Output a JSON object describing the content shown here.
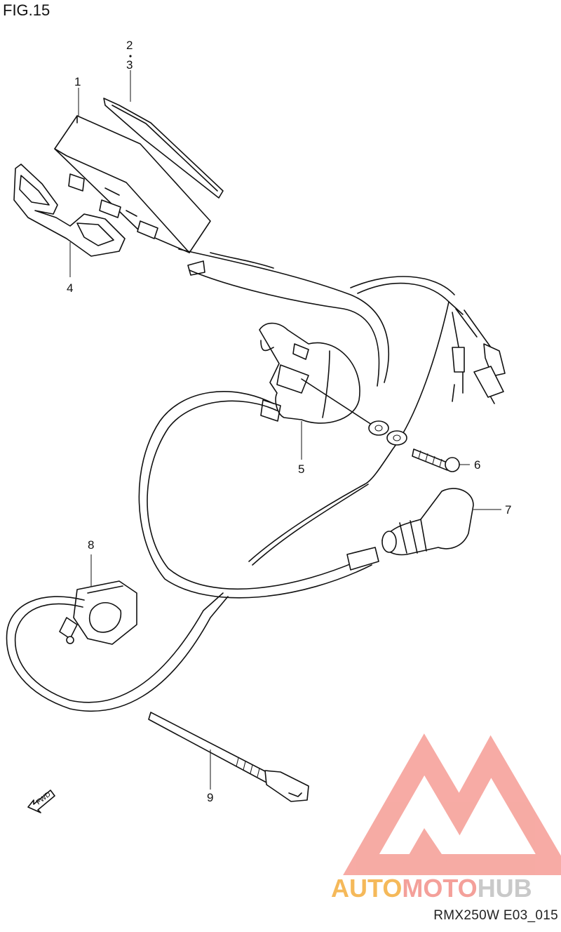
{
  "figure": {
    "title": "FIG.15",
    "code": "RMX250W E03_015"
  },
  "callouts": {
    "c1": "1",
    "c2": "2",
    "c3": "3",
    "c4": "4",
    "c5": "5",
    "c6": "6",
    "c7": "7",
    "c8": "8",
    "c9": "9"
  },
  "fwd_label": "FWD",
  "watermark": {
    "part1": "AUTO",
    "part2": "MOTO",
    "part3": "HUB",
    "colors": {
      "auto": "#f5b95a",
      "moto": "#f4a09a",
      "hub": "#c9c9c9",
      "logo": "#f6a29b"
    }
  }
}
